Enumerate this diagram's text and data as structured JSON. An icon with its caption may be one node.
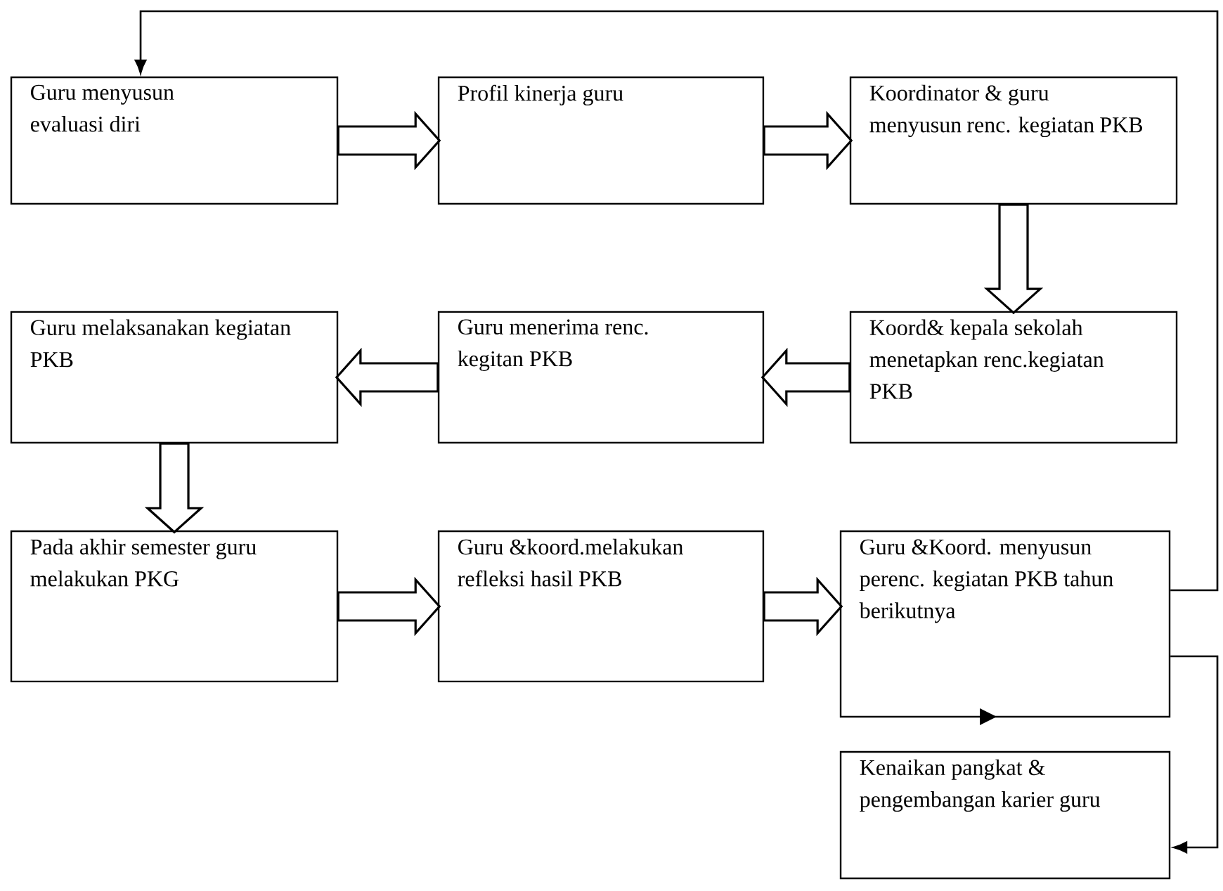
{
  "diagram": {
    "nodes": [
      {
        "text": [
          "Guru menyusun evaluasi diri"
        ]
      },
      {
        "text": [
          "Profil kinerja guru"
        ]
      },
      {
        "text": [
          "Koordinator & guru menyusun renc. kegiatan PKB"
        ]
      },
      {
        "text": [
          "Koord& kepala sekolah menetapkan renc.kegiatan PKB"
        ]
      },
      {
        "text": [
          "Guru menerima renc. kegitan PKB"
        ]
      },
      {
        "text": [
          "Guru melaksanakan kegiatan PKB"
        ]
      },
      {
        "text": [
          "Pada akhir semester guru melakukan PKG"
        ]
      },
      {
        "text": [
          "Guru &koord.melakukan refleksi hasil PKB"
        ]
      },
      {
        "text": [
          "Guru &Koord. menyusun perenc. kegiatan PKB tahun berikutnya"
        ]
      },
      {
        "text": [
          "Kenaikan pangkat & pengembangan karier guru"
        ]
      }
    ],
    "edges": [
      {
        "from": 0,
        "to": 1,
        "arrow": "to",
        "style": "thick"
      },
      {
        "from": 1,
        "to": 2,
        "arrow": "to",
        "style": "thick"
      },
      {
        "from": 2,
        "to": 3,
        "arrow": "to",
        "style": "thick"
      },
      {
        "from": 3,
        "to": 4,
        "arrow": "to",
        "style": "thick"
      },
      {
        "from": 4,
        "to": 5,
        "arrow": "to",
        "style": "thick"
      },
      {
        "from": 5,
        "to": 6,
        "arrow": "to",
        "style": "thick"
      },
      {
        "from": 6,
        "to": 7,
        "arrow": "to",
        "style": "thick"
      },
      {
        "from": 7,
        "to": 8,
        "arrow": "to",
        "style": "thick"
      },
      {
        "from": 8,
        "to": 0,
        "arrow": "to"
      },
      {
        "from": 8,
        "to": 9,
        "arrow": "to"
      }
    ]
  }
}
